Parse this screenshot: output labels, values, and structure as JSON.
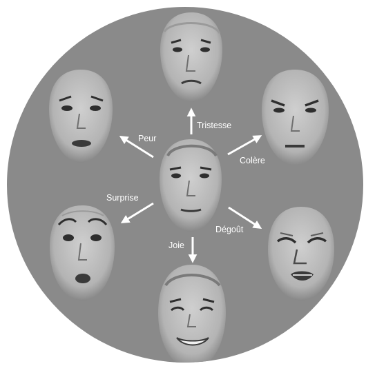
{
  "colors": {
    "disc": "#8a8a8a",
    "arrow": "#ffffff",
    "label": "#ffffff",
    "face_skin": "#b9b9b9",
    "face_shadow": "#6f6f6f",
    "feature": "#2e2e2e"
  },
  "emotions": {
    "neutral": {
      "icon": "neutral-face-photo"
    },
    "tristesse": {
      "label": "Tristesse",
      "icon": "sad-face-photo"
    },
    "colere": {
      "label": "Colère",
      "icon": "angry-face-photo"
    },
    "degout": {
      "label": "Dégoût",
      "icon": "disgust-face-photo"
    },
    "joie": {
      "label": "Joie",
      "icon": "happy-face-photo"
    },
    "surprise": {
      "label": "Surprise",
      "icon": "surprised-face-photo"
    },
    "peur": {
      "label": "Peur",
      "icon": "fearful-face-photo"
    }
  }
}
